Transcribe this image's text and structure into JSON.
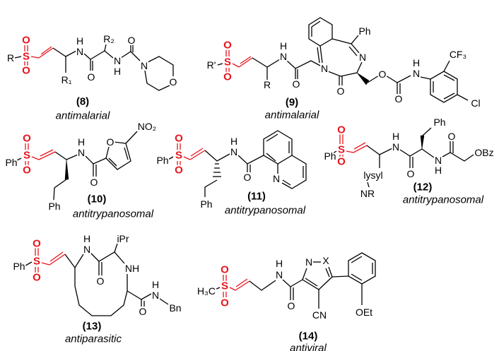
{
  "colors": {
    "sulfone_highlight": "#e8141c",
    "bonds": "#000000"
  },
  "compounds": [
    {
      "id": "(8)",
      "activity": "antimalarial",
      "atoms": [
        "R",
        "S",
        "O",
        "O",
        "H",
        "N",
        "R₁",
        "R₂",
        "O",
        "N",
        "H",
        "O",
        "N",
        "O"
      ]
    },
    {
      "id": "(9)",
      "activity": "antimalarial",
      "atoms": [
        "R'",
        "S",
        "O",
        "O",
        "H",
        "N",
        "R",
        "O",
        "N",
        "Ph",
        "N",
        "O",
        "O",
        "O",
        "H",
        "N",
        "CF₃",
        "Cl"
      ]
    },
    {
      "id": "(10)",
      "activity": "antitrypanosomal",
      "atoms": [
        "Ph",
        "S",
        "O",
        "O",
        "H",
        "N",
        "Ph",
        "O",
        "O",
        "NO₂"
      ]
    },
    {
      "id": "(11)",
      "activity": "antitrypanosomal",
      "atoms": [
        "Ph",
        "S",
        "O",
        "O",
        "H",
        "N",
        "Ph",
        "O",
        "N"
      ]
    },
    {
      "id": "(12)",
      "activity": "antitrypanosomal",
      "atoms": [
        "Ph",
        "S",
        "O",
        "O",
        "H",
        "N",
        "lysyl",
        "NR",
        "O",
        "Ph",
        "N",
        "H",
        "O",
        "OBz"
      ]
    },
    {
      "id": "(13)",
      "activity": "antiparasitic",
      "atoms": [
        "Ph",
        "S",
        "O",
        "O",
        "H",
        "N",
        "O",
        "iPr",
        "NH",
        "H",
        "N",
        "Bn",
        "O"
      ]
    },
    {
      "id": "(14)",
      "activity": "antiviral",
      "atoms": [
        "H₃C",
        "S",
        "O",
        "O",
        "H",
        "N",
        "O",
        "N",
        "X",
        "CN",
        "OEt"
      ]
    }
  ]
}
